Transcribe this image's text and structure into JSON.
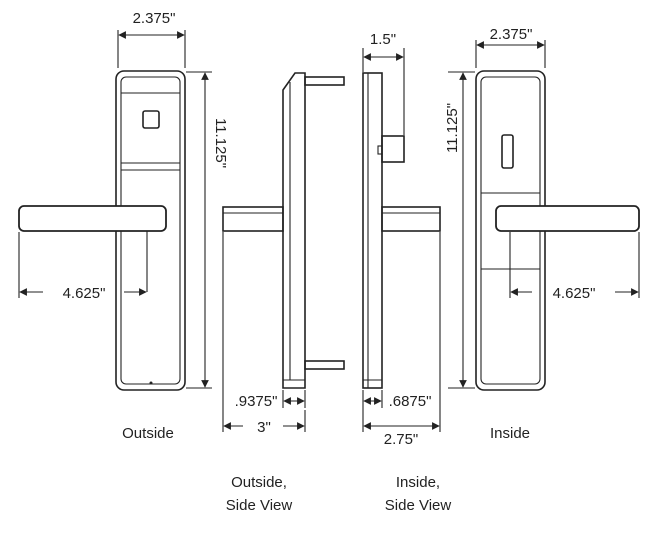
{
  "dimensions": {
    "outside_width": "2.375\"",
    "outside_height": "11.125\"",
    "outside_lever": "4.625\"",
    "outside_side_offset": ".9375\"",
    "outside_side_depth": "3\"",
    "inside_side_top": "1.5\"",
    "inside_side_offset": ".6875\"",
    "inside_side_depth": "2.75\"",
    "inside_width": "2.375\"",
    "inside_height": "11.125\"",
    "inside_lever": "4.625\""
  },
  "captions": {
    "outside": "Outside",
    "outside_side_line1": "Outside,",
    "outside_side_line2": "Side View",
    "inside_side_line1": "Inside,",
    "inside_side_line2": "Side View",
    "inside": "Inside"
  },
  "colors": {
    "line": "#222222",
    "background": "#ffffff"
  }
}
